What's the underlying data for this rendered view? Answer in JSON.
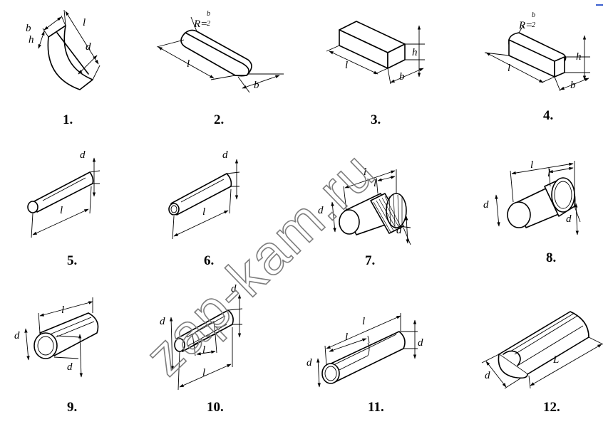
{
  "watermark": "zap-kam.ru",
  "figures": [
    {
      "number": "1.",
      "labels": {
        "b": "b",
        "h": "h",
        "l": "l",
        "d": "d"
      }
    },
    {
      "number": "2.",
      "labels": {
        "radius": "R=",
        "rnum": "b",
        "rden": "2",
        "l": "l",
        "b": "b"
      }
    },
    {
      "number": "3.",
      "labels": {
        "l": "l",
        "b": "b",
        "h": "h"
      }
    },
    {
      "number": "4.",
      "labels": {
        "radius": "R=",
        "rnum": "b",
        "rden": "2",
        "l": "l",
        "b": "b",
        "h": "h"
      }
    },
    {
      "number": "5.",
      "labels": {
        "d": "d",
        "l": "l"
      }
    },
    {
      "number": "6.",
      "labels": {
        "d": "d",
        "l": "l"
      }
    },
    {
      "number": "7.",
      "labels": {
        "l": "l",
        "l1": "l",
        "d1": "d",
        "d": "d"
      }
    },
    {
      "number": "8.",
      "labels": {
        "l": "l",
        "l1": "l",
        "d1": "d",
        "d": "d"
      }
    },
    {
      "number": "9.",
      "labels": {
        "l": "l",
        "d1": "d",
        "d": "d"
      }
    },
    {
      "number": "10.",
      "labels": {
        "d1": "d",
        "d": "d",
        "l1": "l",
        "l": "l"
      }
    },
    {
      "number": "11.",
      "labels": {
        "l": "l",
        "l1": "l",
        "d1": "d",
        "d": "d"
      }
    },
    {
      "number": "12.",
      "labels": {
        "d": "d",
        "L": "L"
      }
    }
  ]
}
